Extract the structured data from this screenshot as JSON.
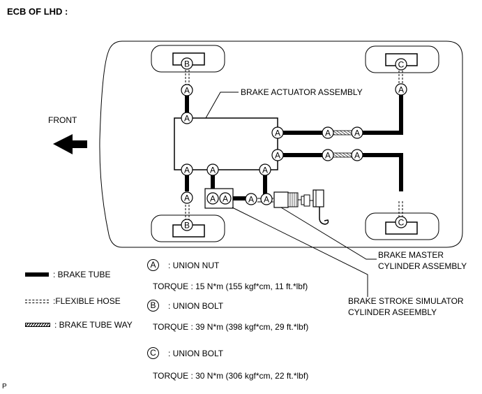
{
  "title": "ECB OF LHD :",
  "direction": {
    "label": "FRONT",
    "icon": "arrow-left-icon"
  },
  "components": {
    "actuator": "BRAKE ACTUATOR ASSEMBLY",
    "master_cylinder": [
      "BRAKE MASTER",
      "CYLINDER ASSEMBLY"
    ],
    "stroke_simulator": [
      "BRAKE STROKE SIMULATOR",
      "CYLINDER ASEEMBLY"
    ]
  },
  "markers": {
    "a": "A",
    "b": "B",
    "c": "C"
  },
  "legend": [
    {
      "key": "brake-tube",
      "label": ": BRAKE TUBE"
    },
    {
      "key": "flexible-hose",
      "label": ":FLEXIBLE HOSE"
    },
    {
      "key": "brake-tube-way",
      "label": ": BRAKE TUBE WAY"
    }
  ],
  "fasteners": [
    {
      "symbol": "A",
      "name": ": UNION NUT",
      "torque": "TORQUE : 15 N*m (155 kgf*cm, 11 ft.*lbf)"
    },
    {
      "symbol": "B",
      "name": ": UNION BOLT",
      "torque": "TORQUE : 39 N*m (398 kgf*cm, 29 ft.*lbf)"
    },
    {
      "symbol": "C",
      "name": ": UNION BOLT",
      "torque": "TORQUE : 30 N*m (306 kgf*cm, 22 ft.*lbf)"
    }
  ],
  "footer_code": "P"
}
